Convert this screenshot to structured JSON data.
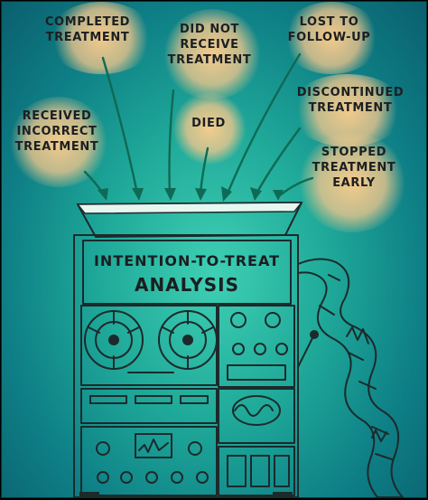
{
  "labels": {
    "completed_treatment": "COMPLETED\nTREATMENT",
    "did_not_receive_treatment": "DID NOT\nRECEIVE\nTREATMENT",
    "lost_to_follow_up": "LOST TO\nFOLLOW-UP",
    "received_incorrect_treatment": "RECEIVED\nINCORRECT\nTREATMENT",
    "died": "DIED",
    "discontinued_treatment": "DISCONTINUED\nTREATMENT",
    "stopped_treatment_early": "STOPPED\nTREATMENT\nEARLY"
  },
  "machine": {
    "title_line1": "INTENTION-TO-TREAT",
    "title_line2": "ANALYSIS"
  },
  "colors": {
    "background": "#1fa999",
    "glow": "#f6c994",
    "arrow": "#0f6a55",
    "machine_panel": "#cfe9df",
    "ink": "#1c2a2c"
  },
  "icons": [
    "reel-to-reel-tape-icon",
    "oscilloscope-icon",
    "dial-icon",
    "printout-paper-icon",
    "hopper-funnel-icon"
  ]
}
